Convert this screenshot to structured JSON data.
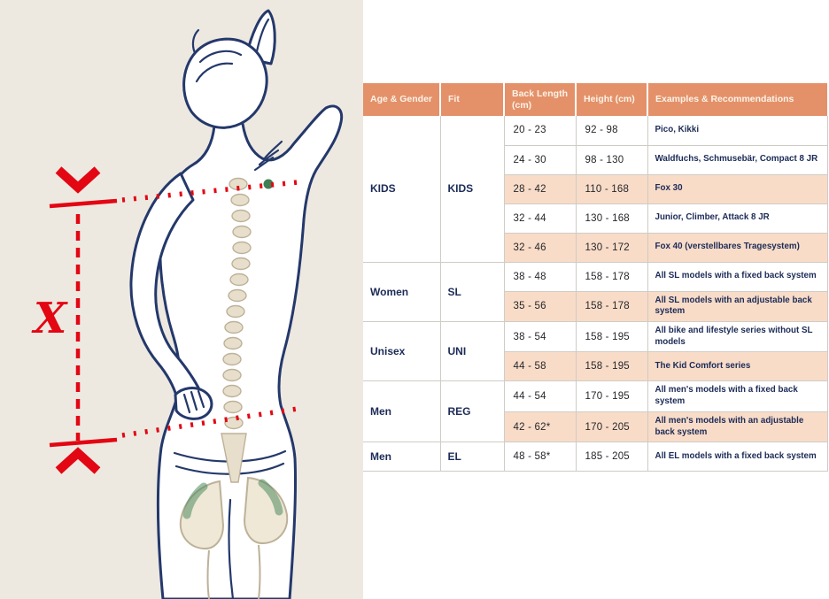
{
  "colors": {
    "header_bg": "#E4916A",
    "highlight_row": "#F8DCC8",
    "accent_red": "#E30613",
    "navy": "#1C2B57",
    "left_background": "#EDE9E1",
    "spine_tan": "#E7DFCB",
    "green_mark": "#3F7D52"
  },
  "illustration": {
    "measure_label": "X"
  },
  "table": {
    "headers": [
      "Age & Gender",
      "Fit",
      "Back Length (cm)",
      "Height (cm)",
      "Examples & Recommendations"
    ],
    "groups": [
      {
        "age": "KIDS",
        "fit": "KIDS",
        "rows": [
          {
            "back": "20 - 23",
            "height": "92 - 98",
            "examples": "Pico, Kikki"
          },
          {
            "back": "24 - 30",
            "height": "98 - 130",
            "examples": "Waldfuchs, Schmusebär, Compact 8 JR"
          },
          {
            "back": "28 - 42",
            "height": "110 - 168",
            "examples": "Fox 30",
            "highlight": true
          },
          {
            "back": "32 - 44",
            "height": "130 - 168",
            "examples": "Junior, Climber, Attack 8 JR"
          },
          {
            "back": "32 - 46",
            "height": "130 - 172",
            "examples": "Fox 40 (verstellbares Tragesystem)",
            "highlight": true
          }
        ]
      },
      {
        "age": "Women",
        "fit": "SL",
        "rows": [
          {
            "back": "38 - 48",
            "height": "158 - 178",
            "examples": "All SL models with a fixed back system"
          },
          {
            "back": "35 - 56",
            "height": "158 - 178",
            "examples": "All SL models with an adjustable back system",
            "highlight": true
          }
        ]
      },
      {
        "age": "Unisex",
        "fit": "UNI",
        "rows": [
          {
            "back": "38 - 54",
            "height": "158 - 195",
            "examples": "All bike and lifestyle series without SL models"
          },
          {
            "back": "44 - 58",
            "height": "158 - 195",
            "examples": "The Kid Comfort series",
            "highlight": true
          }
        ]
      },
      {
        "age": "Men",
        "fit": "REG",
        "rows": [
          {
            "back": "44 - 54",
            "height": "170 - 195",
            "examples": "All men's models with a fixed back system"
          },
          {
            "back": "42 - 62*",
            "height": "170 - 205",
            "examples": "All men's models with an adjustable back system",
            "highlight": true
          }
        ]
      },
      {
        "age": "Men",
        "fit": "EL",
        "rows": [
          {
            "back": "48 - 58*",
            "height": "185 - 205",
            "examples": "All EL models with a fixed back system"
          }
        ]
      }
    ]
  }
}
